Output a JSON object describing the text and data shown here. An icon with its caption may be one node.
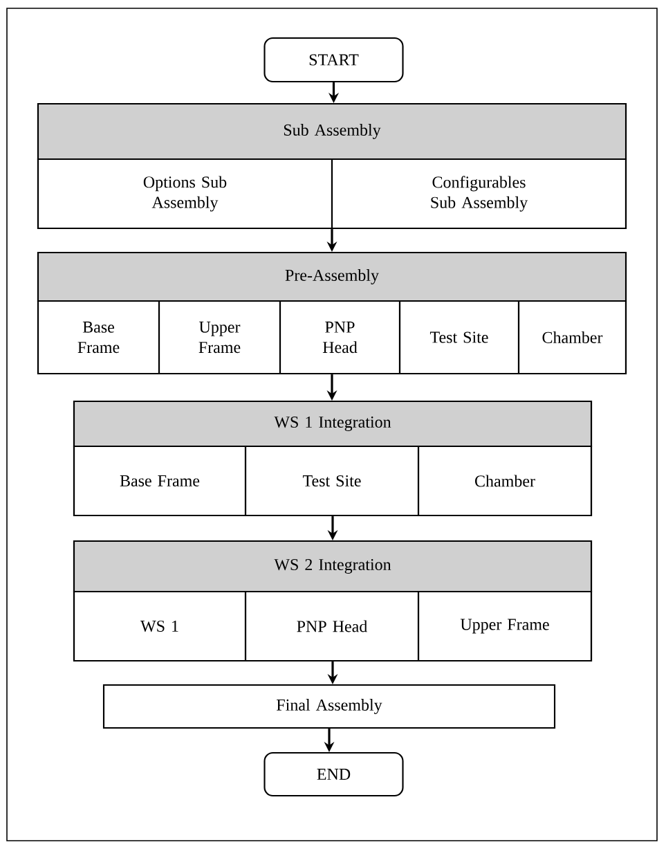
{
  "diagram": {
    "nodes": [
      {
        "text": [
          "START"
        ]
      },
      {
        "text": [
          "Sub Assembly"
        ]
      },
      {
        "text": [
          "Options Sub Assembly"
        ],
        "in": 1
      },
      {
        "text": [
          "Configurables Sub Assembly"
        ],
        "in": 1
      },
      {
        "text": [
          "Pre-Assembly"
        ]
      },
      {
        "text": [
          "Base Frame"
        ],
        "in": 4
      },
      {
        "text": [
          "Upper Frame"
        ],
        "in": 4
      },
      {
        "text": [
          "PNP Head"
        ],
        "in": 4
      },
      {
        "text": [
          "Test Site"
        ],
        "in": 4
      },
      {
        "text": [
          "Chamber"
        ],
        "in": 4
      },
      {
        "text": [
          "WS 1 Integration"
        ]
      },
      {
        "text": [
          "Base Frame"
        ],
        "in": 10
      },
      {
        "text": [
          "Test Site"
        ],
        "in": 10
      },
      {
        "text": [
          "Chamber"
        ],
        "in": 10
      },
      {
        "text": [
          "WS 2 Integration"
        ]
      },
      {
        "text": [
          "WS 1"
        ],
        "in": 14
      },
      {
        "text": [
          "PNP Head"
        ],
        "in": 14
      },
      {
        "text": [
          "Upper Frame"
        ],
        "in": 14
      },
      {
        "text": [
          "Final Assembly"
        ]
      },
      {
        "text": [
          "END"
        ]
      }
    ],
    "edges": [
      {
        "from": 0,
        "to": 1,
        "arrow": "to"
      },
      {
        "from": 1,
        "to": 4,
        "arrow": "to"
      },
      {
        "from": 4,
        "to": 10,
        "arrow": "to"
      },
      {
        "from": 10,
        "to": 14,
        "arrow": "to"
      },
      {
        "from": 14,
        "to": 18,
        "arrow": "to"
      },
      {
        "from": 18,
        "to": 19,
        "arrow": "to"
      }
    ]
  }
}
